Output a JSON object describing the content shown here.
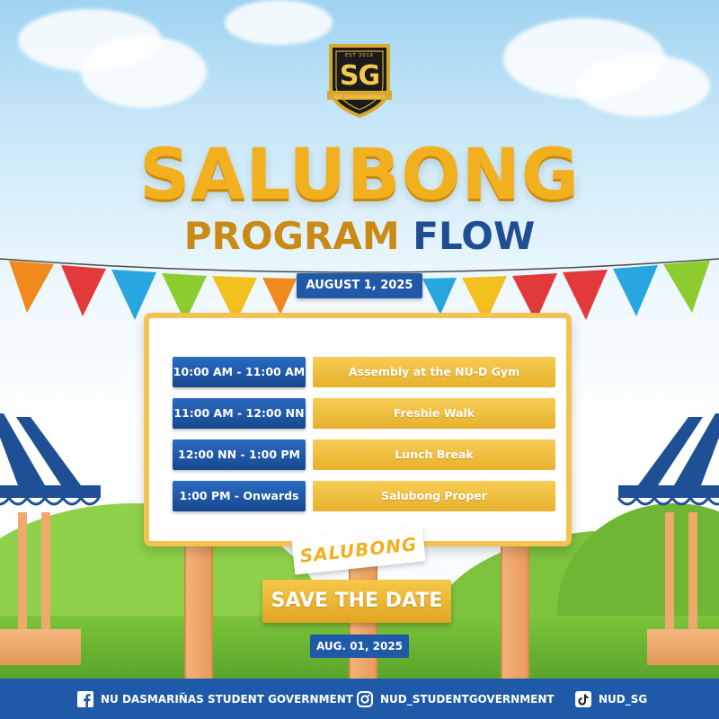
{
  "header": {
    "logo": {
      "text": "SG",
      "est": "EST 2019",
      "subtitle": "NU DASMARIÑAS"
    },
    "title": "SALUBONG",
    "subtitle_word1": "PROGRAM",
    "subtitle_word2": "FLOW",
    "date": "AUGUST 1, 2025"
  },
  "schedule": [
    {
      "time": "10:00 AM - 11:00 AM",
      "event": "Assembly at the NU-D Gym"
    },
    {
      "time": "11:00 AM - 12:00 NN",
      "event": "Freshie Walk"
    },
    {
      "time": "12:00 NN - 1:00 PM",
      "event": "Lunch Break"
    },
    {
      "time": "1:00 PM - Onwards",
      "event": "Salubong Proper"
    }
  ],
  "signage": {
    "tag": "SALUBONG",
    "save_the_date": "SAVE THE DATE",
    "short_date": "AUG. 01, 2025"
  },
  "footer": {
    "facebook": {
      "icon": "facebook-icon",
      "label": "NU DASMARIÑAS STUDENT GOVERNMENT"
    },
    "instagram": {
      "icon": "instagram-icon",
      "label": "NUD_STUDENTGOVERNMENT"
    },
    "tiktok": {
      "icon": "tiktok-icon",
      "label": "NUD_SG"
    }
  },
  "colors": {
    "gold": "#f3b01e",
    "navy": "#1f59a8",
    "footer": "#1f5aa8"
  }
}
